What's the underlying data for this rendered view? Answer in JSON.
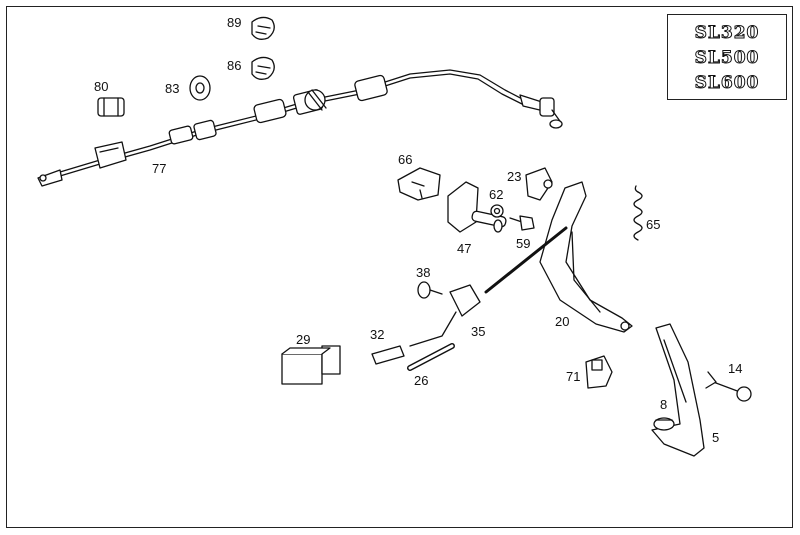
{
  "models": [
    "SL320",
    "SL500",
    "SL600"
  ],
  "parts": {
    "p89": "89",
    "p86": "86",
    "p80": "80",
    "p83": "83",
    "p77": "77",
    "p66": "66",
    "p23": "23",
    "p62": "62",
    "p65": "65",
    "p47": "47",
    "p59": "59",
    "p38": "38",
    "p20": "20",
    "p29": "29",
    "p32": "32",
    "p35": "35",
    "p26": "26",
    "p71": "71",
    "p14": "14",
    "p8": "8",
    "p5": "5"
  }
}
